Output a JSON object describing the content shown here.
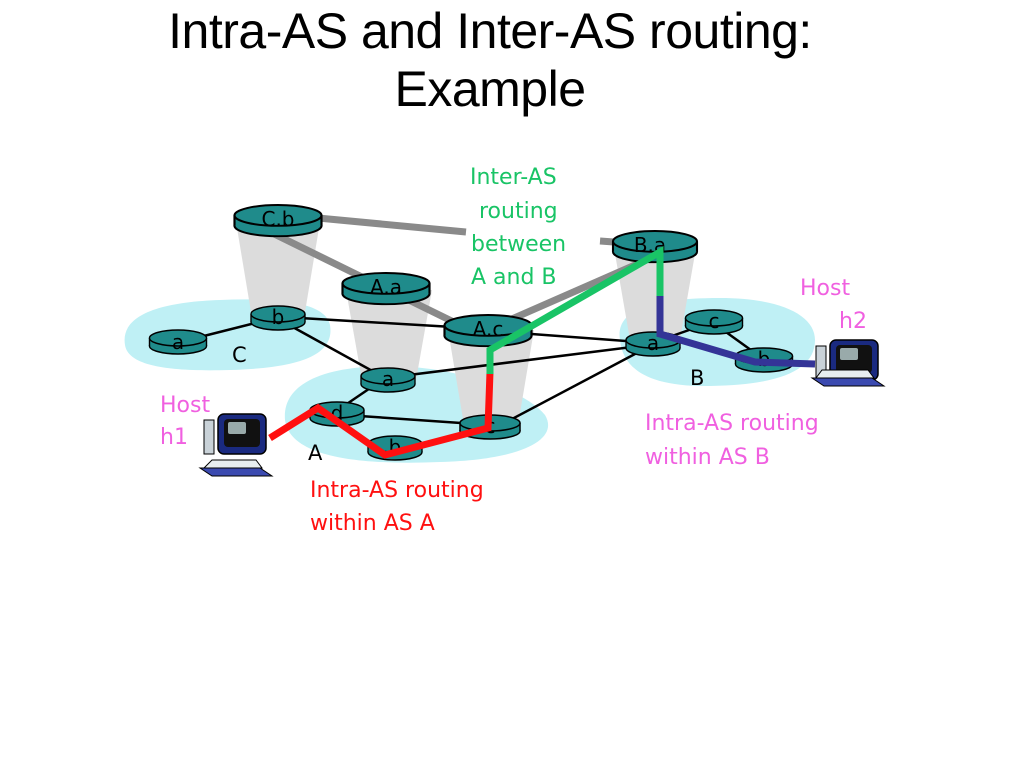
{
  "title": {
    "line1": "Intra-AS and Inter-AS routing:",
    "line2": "Example"
  },
  "colors": {
    "router": "#1f8b8b",
    "cloud": "#bff0f5",
    "cylinder": "#dcdcdc",
    "gateway_link": "#8a8a8a",
    "inter_as_path": "#19c466",
    "intra_as_a_path": "#ff1010",
    "intra_as_b_path": "#343497",
    "host_label": "#f060e0",
    "inter_label": "#19c466",
    "intra_a_label": "#ff1010",
    "intra_b_label": "#f060e0"
  },
  "autonomous_systems": [
    {
      "id": "C",
      "label": "C"
    },
    {
      "id": "A",
      "label": "A"
    },
    {
      "id": "B",
      "label": "B"
    }
  ],
  "routers": {
    "Cb_gw": "C.b",
    "Aa_gw": "A.a",
    "Ac_gw": "A.c",
    "Ba_gw": "B.a",
    "C_a": "a",
    "C_b": "b",
    "A_a": "a",
    "A_d": "d",
    "A_b": "b",
    "A_c": "c",
    "B_a": "a",
    "B_c": "c",
    "B_b": "b"
  },
  "hosts": {
    "h1": {
      "line1": "Host",
      "line2": "h1"
    },
    "h2": {
      "line1": "Host",
      "line2": "h2"
    }
  },
  "annotations": {
    "inter_as": [
      "Inter-AS",
      " routing",
      " between",
      "A and B"
    ],
    "intra_a": [
      "Intra-AS routing",
      "within AS A"
    ],
    "intra_b": [
      "Intra-AS routing",
      "within AS B"
    ]
  }
}
